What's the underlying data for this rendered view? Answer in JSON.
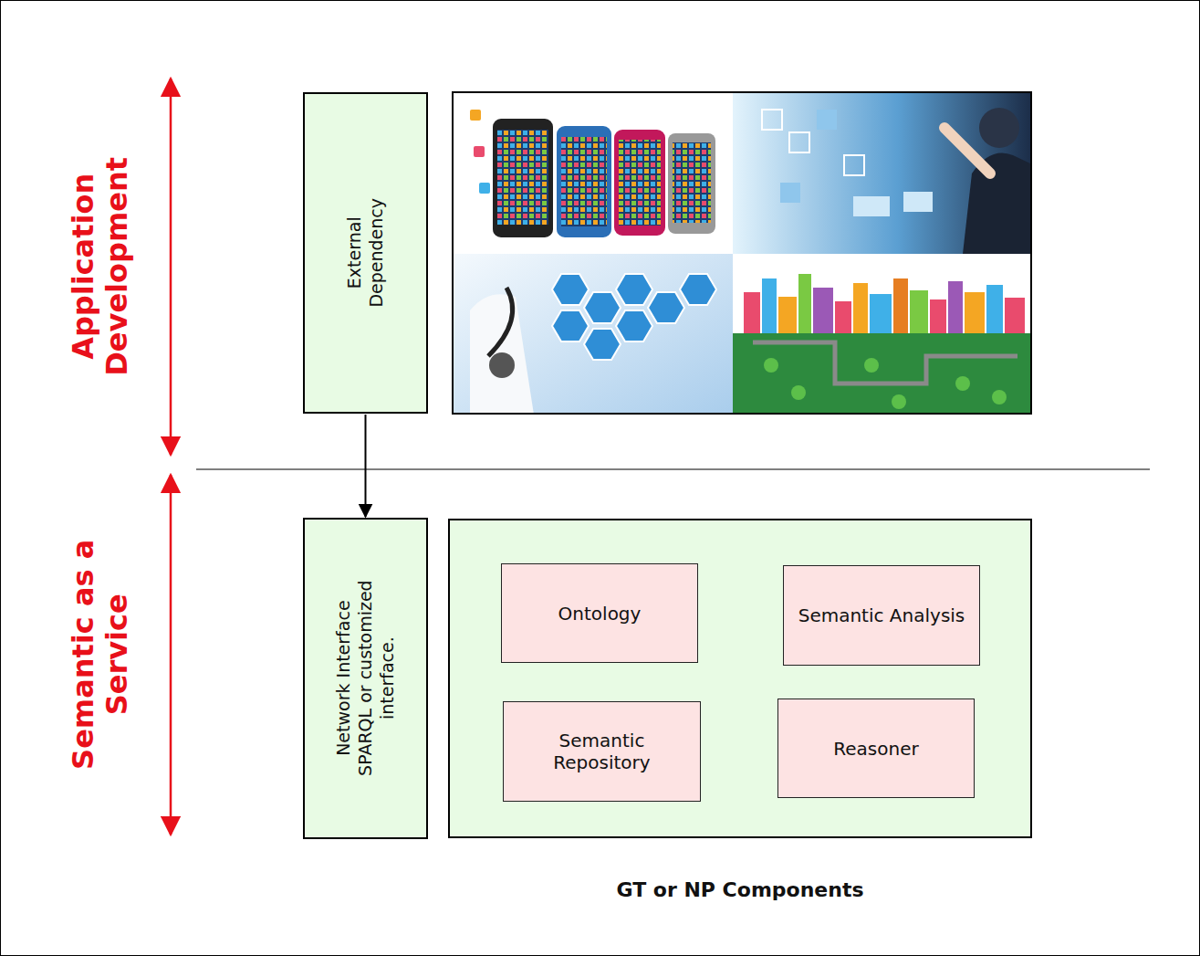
{
  "diagram": {
    "nodes": [
      {
        "text": [
          "External Dependency"
        ]
      },
      {
        "text": [
          "Network Interface SPARQL or customized interface."
        ]
      },
      {
        "text": [
          "GT or NP Components"
        ]
      },
      {
        "text": [
          "Ontology"
        ],
        "in": 2
      },
      {
        "text": [
          "Semantic Analysis"
        ],
        "in": 2
      },
      {
        "text": [
          "Semantic Repository"
        ],
        "in": 2
      },
      {
        "text": [
          "Reasoner"
        ],
        "in": 2
      }
    ],
    "edges": [
      {
        "from": 0,
        "to": 1,
        "arrow": "to"
      }
    ],
    "labels": [
      "Application Development",
      "Semantic as a Service"
    ]
  }
}
